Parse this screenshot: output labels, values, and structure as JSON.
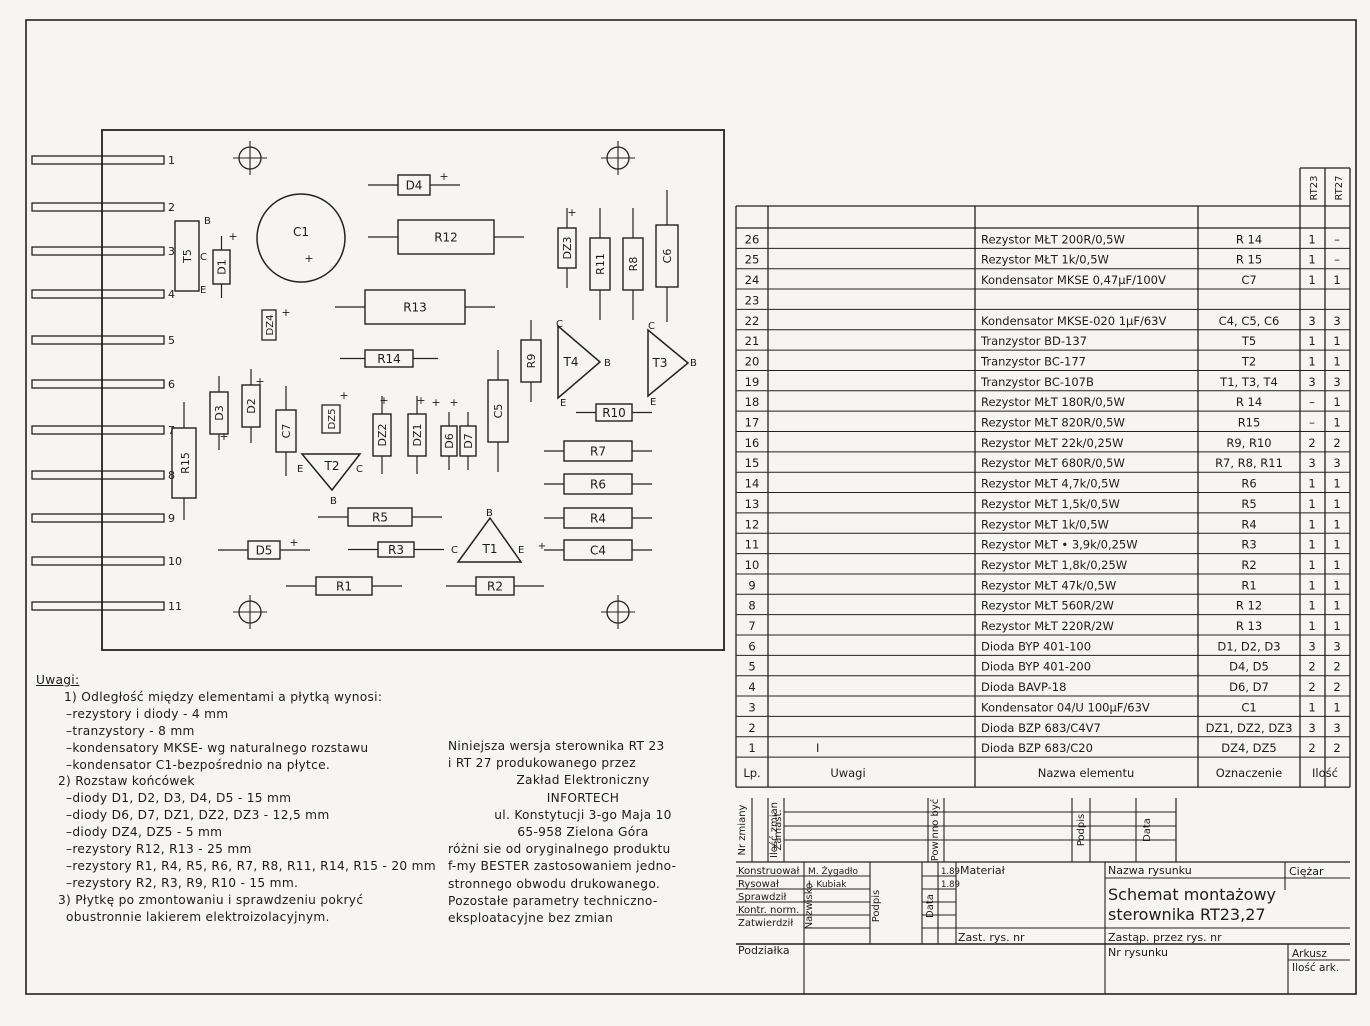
{
  "board": {
    "pins": [
      "1",
      "2",
      "3",
      "4",
      "5",
      "6",
      "7",
      "8",
      "9",
      "10",
      "11"
    ],
    "labels": {
      "C1": "C1",
      "D4": "D4",
      "R12": "R12",
      "DZ3": "DZ3",
      "R11": "R11",
      "R8": "R8",
      "C6": "C6",
      "T5": "T5",
      "D1": "D1",
      "R13": "R13",
      "DZ4": "DZ4",
      "R14": "R14",
      "T4": "T4",
      "T3": "T3",
      "R9": "R9",
      "D3": "D3",
      "D2": "D2",
      "C7": "C7",
      "DZ5": "DZ5",
      "DZ2": "DZ2",
      "DZ1": "DZ1",
      "D6": "D6",
      "D7": "D7",
      "C5": "C5",
      "R10": "R10",
      "R7": "R7",
      "R6": "R6",
      "R15": "R15",
      "T2": "T2",
      "R5": "R5",
      "R4": "R4",
      "T1": "T1",
      "D5": "D5",
      "R3": "R3",
      "C4": "C4",
      "R1": "R1",
      "R2": "R2"
    },
    "pin_letters": {
      "b": "B",
      "c": "C",
      "e": "E"
    },
    "plus": "+",
    "minus": "-"
  },
  "parts_table": {
    "column_codes": [
      "RT23",
      "RT27"
    ],
    "rows": [
      {
        "lp": "26",
        "uwagi": "",
        "nazwa": "Rezystor  MŁT  200R/0,5W",
        "ozn": "R 14",
        "rt23": "1",
        "rt27": "–"
      },
      {
        "lp": "25",
        "uwagi": "",
        "nazwa": "Rezystor  MŁT  1k/0,5W",
        "ozn": "R 15",
        "rt23": "1",
        "rt27": "–"
      },
      {
        "lp": "24",
        "uwagi": "",
        "nazwa": "Kondensator  MKSE  0,47μF/100V",
        "ozn": "C7",
        "rt23": "1",
        "rt27": "1"
      },
      {
        "lp": "23",
        "uwagi": "",
        "nazwa": "",
        "ozn": "",
        "rt23": "",
        "rt27": ""
      },
      {
        "lp": "22",
        "uwagi": "",
        "nazwa": "Kondensator  MKSE-020  1μF/63V",
        "ozn": "C4, C5, C6",
        "rt23": "3",
        "rt27": "3"
      },
      {
        "lp": "21",
        "uwagi": "",
        "nazwa": "Tranzystor  BD-137",
        "ozn": "T5",
        "rt23": "1",
        "rt27": "1"
      },
      {
        "lp": "20",
        "uwagi": "",
        "nazwa": "Tranzystor  BC-177",
        "ozn": "T2",
        "rt23": "1",
        "rt27": "1"
      },
      {
        "lp": "19",
        "uwagi": "",
        "nazwa": "Tranzystor  BC-107B",
        "ozn": "T1, T3, T4",
        "rt23": "3",
        "rt27": "3"
      },
      {
        "lp": "18",
        "uwagi": "",
        "nazwa": "Rezystor  MŁT  180R/0,5W",
        "ozn": "R 14",
        "rt23": "–",
        "rt27": "1"
      },
      {
        "lp": "17",
        "uwagi": "",
        "nazwa": "Rezystor  MŁT  820R/0,5W",
        "ozn": "R15",
        "rt23": "–",
        "rt27": "1"
      },
      {
        "lp": "16",
        "uwagi": "",
        "nazwa": "Rezystor  MŁT  22k/0,25W",
        "ozn": "R9, R10",
        "rt23": "2",
        "rt27": "2"
      },
      {
        "lp": "15",
        "uwagi": "",
        "nazwa": "Rezystor  MŁT  680R/0,5W",
        "ozn": "R7, R8, R11",
        "rt23": "3",
        "rt27": "3"
      },
      {
        "lp": "14",
        "uwagi": "",
        "nazwa": "Rezystor  MŁT  4,7k/0,5W",
        "ozn": "R6",
        "rt23": "1",
        "rt27": "1"
      },
      {
        "lp": "13",
        "uwagi": "",
        "nazwa": "Rezystor  MŁT  1,5k/0,5W",
        "ozn": "R5",
        "rt23": "1",
        "rt27": "1"
      },
      {
        "lp": "12",
        "uwagi": "",
        "nazwa": "Rezystor  MŁT  1k/0,5W",
        "ozn": "R4",
        "rt23": "1",
        "rt27": "1"
      },
      {
        "lp": "11",
        "uwagi": "",
        "nazwa": "Rezystor  MŁT • 3,9k/0,25W",
        "ozn": "R3",
        "rt23": "1",
        "rt27": "1"
      },
      {
        "lp": "10",
        "uwagi": "",
        "nazwa": "Rezystor  MŁT  1,8k/0,25W",
        "ozn": "R2",
        "rt23": "1",
        "rt27": "1"
      },
      {
        "lp": "9",
        "uwagi": "",
        "nazwa": "Rezystor  MŁT  47k/0,5W",
        "ozn": "R1",
        "rt23": "1",
        "rt27": "1"
      },
      {
        "lp": "8",
        "uwagi": "",
        "nazwa": "Rezystor  MŁT  560R/2W",
        "ozn": "R 12",
        "rt23": "1",
        "rt27": "1"
      },
      {
        "lp": "7",
        "uwagi": "",
        "nazwa": "Rezystor  MŁT  220R/2W",
        "ozn": "R 13",
        "rt23": "1",
        "rt27": "1"
      },
      {
        "lp": "6",
        "uwagi": "",
        "nazwa": "Dioda  BYP  401-100",
        "ozn": "D1, D2, D3",
        "rt23": "3",
        "rt27": "3"
      },
      {
        "lp": "5",
        "uwagi": "",
        "nazwa": "Dioda  BYP  401-200",
        "ozn": "D4, D5",
        "rt23": "2",
        "rt27": "2"
      },
      {
        "lp": "4",
        "uwagi": "",
        "nazwa": "Dioda  BAVP-18",
        "ozn": "D6, D7",
        "rt23": "2",
        "rt27": "2"
      },
      {
        "lp": "3",
        "uwagi": "",
        "nazwa": "Kondensator  04/U  100μF/63V",
        "ozn": "C1",
        "rt23": "1",
        "rt27": "1"
      },
      {
        "lp": "2",
        "uwagi": "",
        "nazwa": "Dioda  BZP  683/C4V7",
        "ozn": "DZ1, DZ2, DZ3",
        "rt23": "3",
        "rt27": "3"
      },
      {
        "lp": "1",
        "uwagi": "I",
        "nazwa": "Dioda  BZP  683/C20",
        "ozn": "DZ4,  DZ5",
        "rt23": "2",
        "rt27": "2"
      }
    ],
    "headers": {
      "lp": "Lp.",
      "uwagi": "Uwagi",
      "nazwa": "Nazwa   elementu",
      "ozn": "Oznaczenie",
      "ilosc": "Ilość"
    }
  },
  "revision_block": {
    "labels": [
      "Nr zmiany",
      "Ilość zmian",
      "Zamast.",
      "Powinno być",
      "Podpis",
      "Data"
    ]
  },
  "title_block": {
    "roles": [
      "Konstruował",
      "Rysował",
      "Sprawdził",
      "Kontr. norm.",
      "Zatwierdził"
    ],
    "names": [
      "M. Żygadło",
      "I. Kubiak",
      "",
      "",
      ""
    ],
    "dates": [
      "1.89",
      "1.89",
      "",
      "",
      ""
    ],
    "col_nazwisko": "Nazwisko",
    "col_podpis": "Podpis",
    "col_data": "Data",
    "material": "Materiał",
    "nazwa_rysunku_label": "Nazwa rysunku",
    "title_line1": "Schemat montażowy",
    "title_line2": "sterownika  RT23,27",
    "ciezar": "Ciężar",
    "zast_rys": "Zast. rys.  nr",
    "zastap": "Zastąp.  przez rys.  nr",
    "podzialka": "Podziałka",
    "nr_rysunku": "Nr rysunku",
    "arkusz": "Arkusz",
    "ilosc_ark": "Ilość ark."
  },
  "notes": {
    "title": "Uwagi:",
    "lines": [
      "1) Odległość między elementami a płytką wynosi:",
      "–rezystory  i  diody - 4 mm",
      "–tranzystory              - 8 mm",
      "–kondensatory MKSE- wg naturalnego rozstawu",
      "–kondensator C1-bezpośrednio  na  płytce.",
      "2) Rozstaw końcówek",
      "–diody  D1, D2, D3, D4, D5      - 15 mm",
      "–diody  D6, D7, DZ1, DZ2, DZ3 - 12,5 mm",
      "–diody  DZ4,  DZ5                    - 5 mm",
      "–rezystory  R12, R13                - 25 mm",
      "–rezystory  R1, R4, R5, R6, R7, R8, R11, R14, R15 - 20 mm",
      "–rezystory  R2, R3, R9, R10 - 15 mm.",
      "3) Płytkę  po  zmontowaniu  i  sprawdzeniu  pokryć",
      "obustronnie  lakierem  elektroizolacyjnym."
    ]
  },
  "info": {
    "lines": [
      "Niniejsza  wersja  sterownika  RT 23",
      "i  RT 27  produkowanego  przez",
      "Zakład  Elektroniczny",
      "INFORTECH",
      "ul.  Konstytucji   3-go  Maja 10",
      "65-958  Zielona  Góra",
      "różni  sie  od  oryginalnego  produktu",
      "f-my  BESTER  zastosowaniem  jedno-",
      "stronnego  obwodu  drukowanego.",
      "Pozostałe  parametry  techniczno-",
      "eksploatacyjne   bez  zmian"
    ]
  }
}
